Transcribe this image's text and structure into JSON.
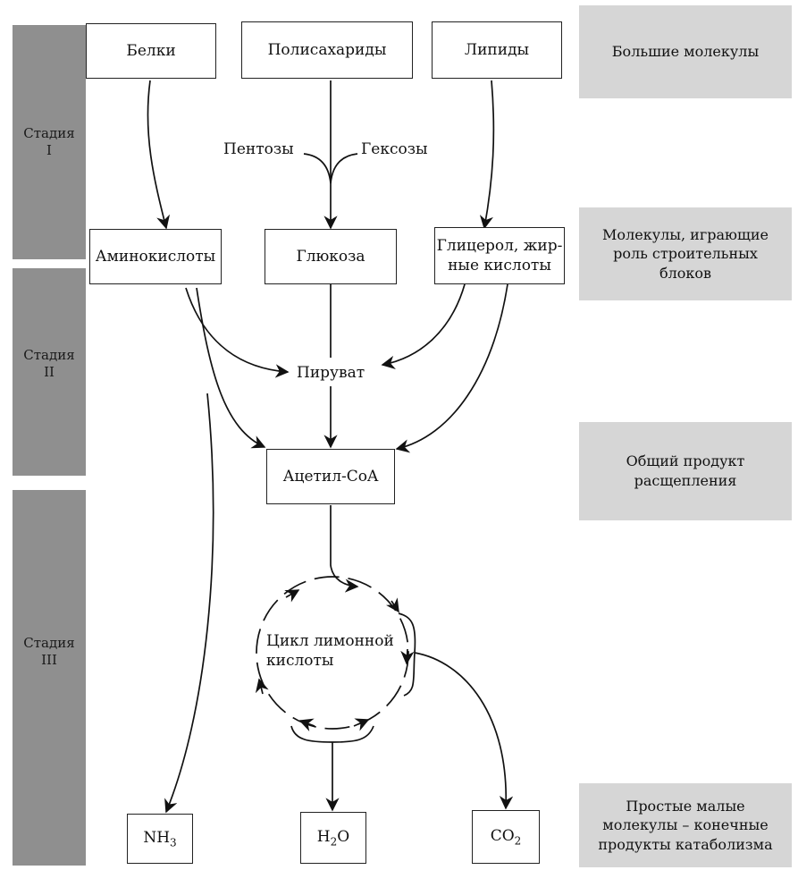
{
  "stages": {
    "s1": {
      "label": "Стадия",
      "num": "I"
    },
    "s2": {
      "label": "Стадия",
      "num": "II"
    },
    "s3": {
      "label": "Стадия",
      "num": "III"
    }
  },
  "side": {
    "large": "Большие молекулы",
    "building": "Молекулы, играющие\nроль строительных\nблоков",
    "common": "Общий продукт\nрасщепления",
    "simple": "Простые малые\nмолекулы – конечные\nпродукты катаболизма"
  },
  "boxes": {
    "proteins": "Белки",
    "polysaccharides": "Полисахариды",
    "lipids": "Липиды",
    "amino": "Аминокислоты",
    "glucose": "Глюкоза",
    "glycerol": "Глицерол, жир-\nные кислоты",
    "acetyl": "Ацетил-CoA",
    "nh3": {
      "base": "NH",
      "sub": "3"
    },
    "h2o": {
      "base": "H",
      "sub": "2",
      "tail": "O"
    },
    "co2": {
      "base": "CO",
      "sub": "2"
    }
  },
  "labels": {
    "pentoses": "Пентозы",
    "hexoses": "Гексозы",
    "pyruvate": "Пируват",
    "cycle": "Цикл лимонной\nкислоты"
  }
}
